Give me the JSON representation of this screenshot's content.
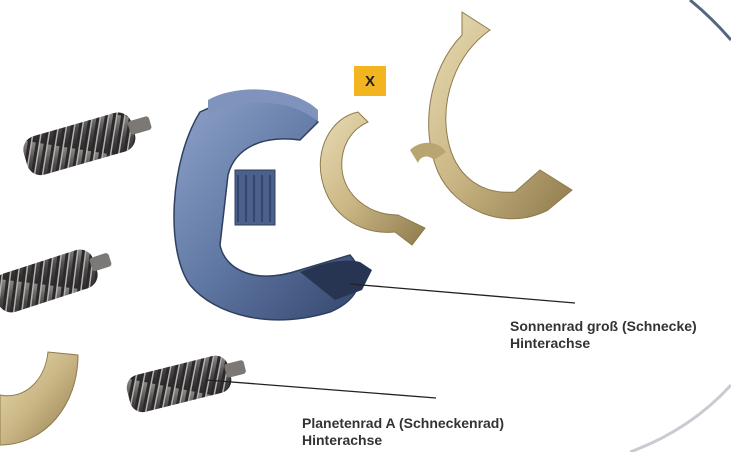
{
  "marker": {
    "text": "X",
    "color": "#f2b51f"
  },
  "labels": {
    "sun_gear": {
      "line1": "Sonnenrad groß (Schnecke)",
      "line2": "Hinterachse"
    },
    "planet_gear": {
      "line1": "Planetenrad A (Schneckenrad)",
      "line2": "Hinterachse"
    }
  },
  "colors": {
    "housing_blue": "#5f77a3",
    "ring_gold": "#c9b583",
    "worm_dark": "#4a4848",
    "leader_line": "#222222",
    "text": "#333333"
  }
}
